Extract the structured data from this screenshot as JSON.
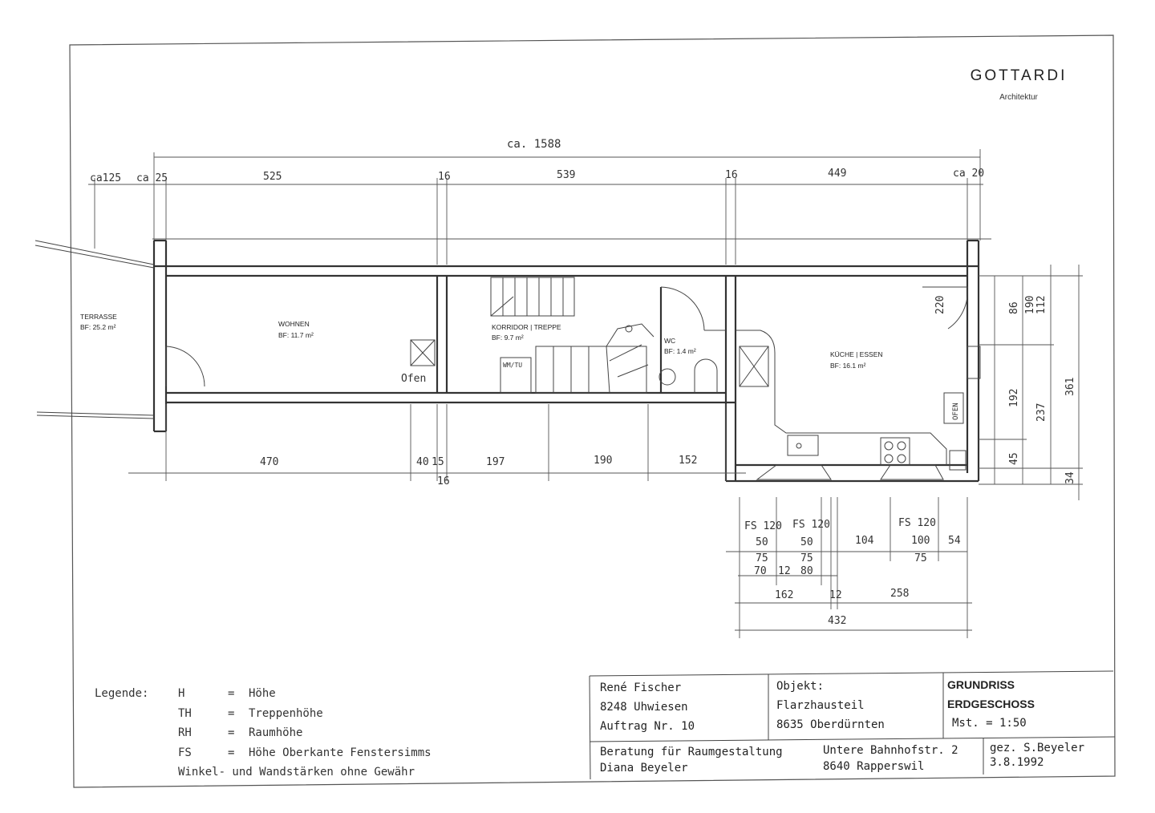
{
  "brand": {
    "name": "GOTTARDI",
    "subtitle": "Architektur"
  },
  "rooms": {
    "terrasse": {
      "name": "TERRASSE",
      "area": "BF:   25.2 m²"
    },
    "wohnen": {
      "name": "WOHNEN",
      "area": "BF:    11.7 m²"
    },
    "korridor": {
      "name": "KORRIDOR | TREPPE",
      "area": "BF:    9.7 m²"
    },
    "wc": {
      "name": "WC",
      "area": "BF:    1.4 m²"
    },
    "kueche": {
      "name": "KÜCHE | ESSEN",
      "area": "BF:    16.1 m²"
    }
  },
  "fixtures": {
    "ofen_left": "Ofen",
    "ofen_right": "OFEN",
    "wm_tu": "WM/TU"
  },
  "dimensions": {
    "total": "ca. 1588",
    "top": [
      "ca125",
      "ca 25",
      "525",
      "16",
      "539",
      "16",
      "449",
      "ca 20"
    ],
    "bottom": [
      "470",
      "40",
      "15",
      "197",
      "190",
      "152",
      "16"
    ],
    "right": [
      "190",
      "112",
      "86",
      "220",
      "192",
      "237",
      "361",
      "45",
      "34"
    ],
    "kitchen_fs": [
      "FS 120",
      "FS 120",
      "FS 120"
    ],
    "kitchen_row1": [
      "50",
      "50",
      "104",
      "100",
      "54"
    ],
    "kitchen_row2": [
      "75",
      "75",
      "75"
    ],
    "kitchen_row3": [
      "70",
      "12",
      "80"
    ],
    "kitchen_row4": [
      "162",
      "12",
      "258"
    ],
    "kitchen_total": "432"
  },
  "legend": {
    "title": "Legende:",
    "items": [
      {
        "key": "H",
        "value": "Höhe"
      },
      {
        "key": "TH",
        "value": "Treppenhöhe"
      },
      {
        "key": "RH",
        "value": "Raumhöhe"
      },
      {
        "key": "FS",
        "value": "Höhe Oberkante Fenstersimms"
      }
    ],
    "note": "Winkel- und Wandstärken ohne Gewähr"
  },
  "title_block": {
    "client_name": "René Fischer",
    "client_city": "8248 Uhwiesen",
    "order": "Auftrag Nr. 10",
    "object_label": "Objekt:",
    "object_name": "Flarzhausteil",
    "object_city": "8635 Oberdürnten",
    "drawing_title_1": "GRUNDRISS",
    "drawing_title_2": "ERDGESCHOSS",
    "scale": "Mst. = 1:50",
    "consultant_1": "Beratung für Raumgestaltung",
    "consultant_2": "Diana Beyeler",
    "address_1": "Untere Bahnhofstr. 2",
    "address_2": "8640 Rapperswil",
    "signed": "gez. S.Beyeler",
    "date": "3.8.1992"
  }
}
